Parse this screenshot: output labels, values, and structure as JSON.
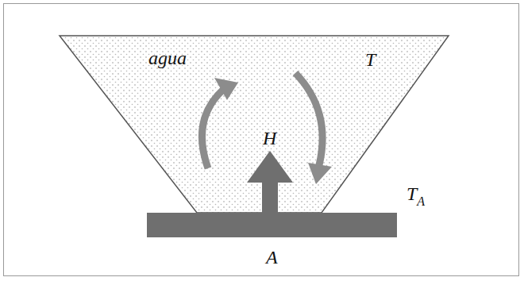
{
  "diagram": {
    "nodes": [
      {
        "text": [
          "agua",
          "T"
        ]
      }
    ],
    "labels": [
      "H",
      "T",
      "A",
      "A"
    ]
  }
}
